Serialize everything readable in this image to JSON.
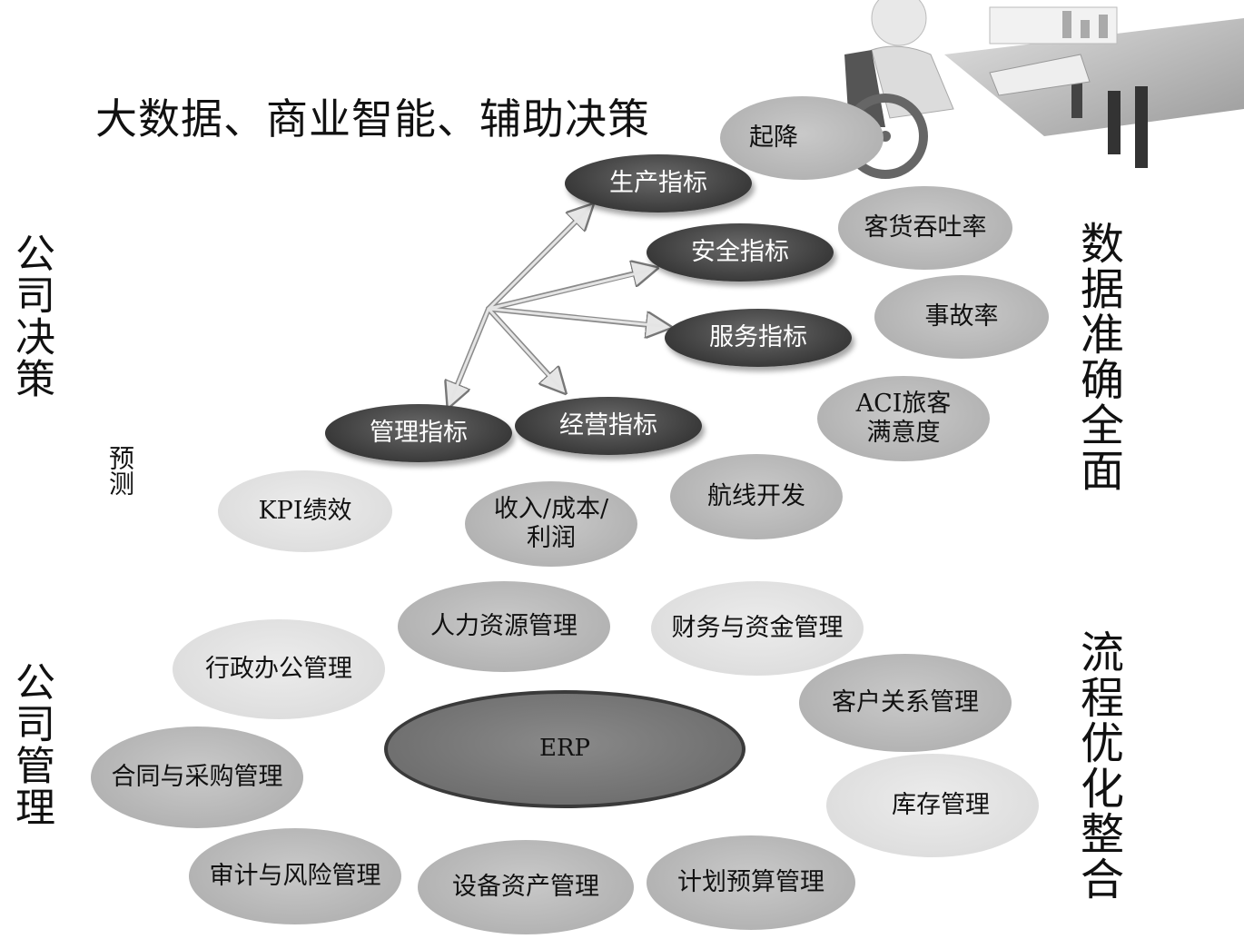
{
  "title": "大数据、商业智能、辅助决策",
  "left_labels": {
    "company_decision": "公司决策",
    "forecast": "预测",
    "company_management": "公司管理"
  },
  "right_labels": {
    "data_accurate": "数据准确全面",
    "process_optimize": "流程优化整合"
  },
  "decision_nodes": {
    "production": "生产指标",
    "safety": "安全指标",
    "service": "服务指标",
    "management": "管理指标",
    "operation": "经营指标"
  },
  "metric_nodes": {
    "takeoff_landing": "起降",
    "throughput": "客货吞吐率",
    "accident_rate": "事故率",
    "aci_1": "ACI旅客",
    "aci_2": "满意度",
    "route_dev": "航线开发",
    "income_1": "收入/成本/",
    "income_2": "利润",
    "kpi": "KPI绩效"
  },
  "erp": {
    "center": "ERP",
    "hr": "人力资源管理",
    "finance": "财务与资金管理",
    "admin": "行政办公管理",
    "crm": "客户关系管理",
    "contract": "合同与采购管理",
    "inventory": "库存管理",
    "audit": "审计与风险管理",
    "equipment": "设备资产管理",
    "budget": "计划预算管理"
  },
  "colors": {
    "dark_node": "#3a3a3a",
    "mid_node": "#b0b0b0",
    "light_node": "#dcdcdc",
    "arrow": "#c8c8c8"
  }
}
